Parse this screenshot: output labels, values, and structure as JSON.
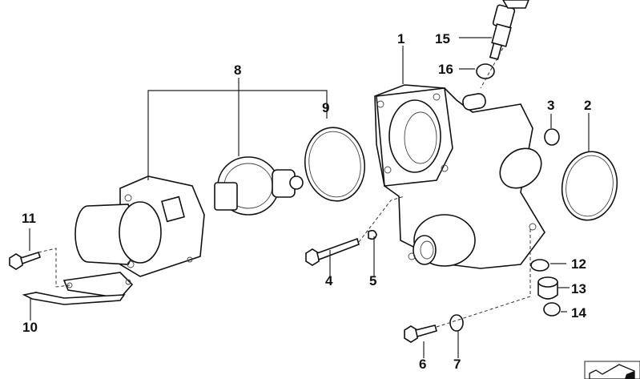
{
  "diagram": {
    "title": "Cooling system - water pump / thermostat exploded view",
    "callouts": [
      {
        "id": "1",
        "label": "1"
      },
      {
        "id": "2",
        "label": "2"
      },
      {
        "id": "3",
        "label": "3"
      },
      {
        "id": "4",
        "label": "4"
      },
      {
        "id": "5",
        "label": "5"
      },
      {
        "id": "6",
        "label": "6"
      },
      {
        "id": "7",
        "label": "7"
      },
      {
        "id": "8",
        "label": "8"
      },
      {
        "id": "9",
        "label": "9"
      },
      {
        "id": "10",
        "label": "10"
      },
      {
        "id": "11",
        "label": "11"
      },
      {
        "id": "12",
        "label": "12"
      },
      {
        "id": "13",
        "label": "13"
      },
      {
        "id": "14",
        "label": "14"
      },
      {
        "id": "15",
        "label": "15"
      },
      {
        "id": "16",
        "label": "16"
      }
    ],
    "corner_icon": "next-page-arrow-icon"
  }
}
